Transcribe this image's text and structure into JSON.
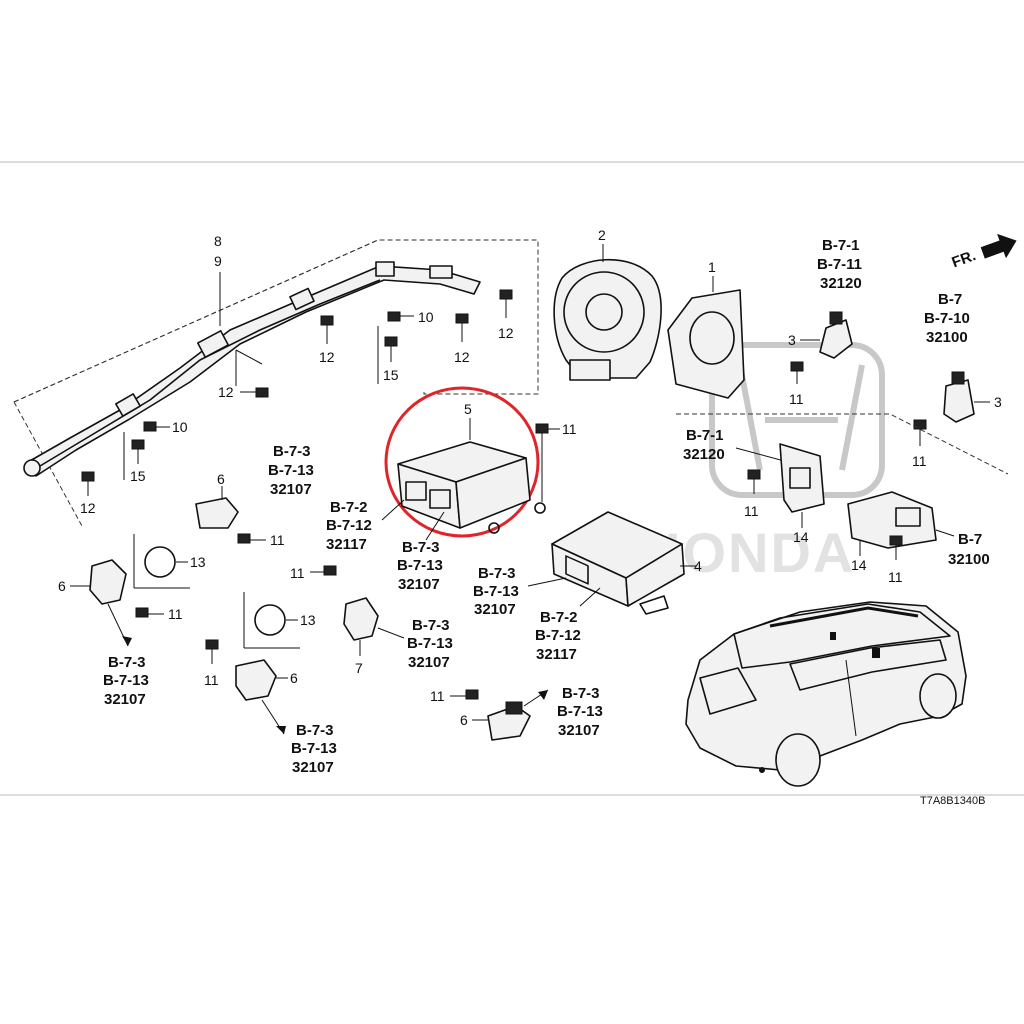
{
  "direction_label": "FR.",
  "drawing_code": "T7A8B1340B",
  "watermark": {
    "text": "HONDA",
    "logo": "honda-h-logo"
  },
  "callouts": {
    "c8": "8",
    "c9": "9",
    "c2": "2",
    "c1": "1",
    "c3a": "3",
    "c3b": "3",
    "c5": "5",
    "c4": "4",
    "c10a": "10",
    "c10b": "10",
    "c12a": "12",
    "c12b": "12",
    "c12c": "12",
    "c12d": "12",
    "c12e": "12",
    "c15a": "15",
    "c15b": "15",
    "c11a": "11",
    "c11b": "11",
    "c11c": "11",
    "c11d": "11",
    "c11e": "11",
    "c11f": "11",
    "c11g": "11",
    "c11h": "11",
    "c11i": "11",
    "c11j": "11",
    "c6a": "6",
    "c6b": "6",
    "c6c": "6",
    "c6d": "6",
    "c13a": "13",
    "c13b": "13",
    "c7": "7",
    "c14a": "14",
    "c14b": "14"
  },
  "references": {
    "r_b711_a": "B-7-1",
    "r_b711_b": "B-7-11",
    "r_b711_c": "32120",
    "r_b7_a": "B-7",
    "r_b7_b": "B-7-10",
    "r_b7_c": "32100",
    "r_b71_a": "B-7-1",
    "r_b71_b": "32120",
    "r_b7s_a": "B-7",
    "r_b7s_b": "32100",
    "r_top_a": "B-7-3",
    "r_top_b": "B-7-13",
    "r_top_c": "32107",
    "r_b72_a": "B-7-2",
    "r_b72_b": "B-7-12",
    "r_b72_c": "32117",
    "r_mid_a": "B-7-3",
    "r_mid_b": "B-7-13",
    "r_mid_c": "32107",
    "r_ecu2_a": "B-7-3",
    "r_ecu2_b": "B-7-13",
    "r_ecu2_c": "32107",
    "r_b72b_a": "B-7-2",
    "r_b72b_b": "B-7-12",
    "r_b72b_c": "32117",
    "r_left_a": "B-7-3",
    "r_left_b": "B-7-13",
    "r_left_c": "32107",
    "r_c7_a": "B-7-3",
    "r_c7_b": "B-7-13",
    "r_c7_c": "32107",
    "r_bot_a": "B-7-3",
    "r_bot_b": "B-7-13",
    "r_bot_c": "32107",
    "r_br_a": "B-7-3",
    "r_br_b": "B-7-13",
    "r_br_c": "32107"
  },
  "highlight_color": "#e0242a"
}
